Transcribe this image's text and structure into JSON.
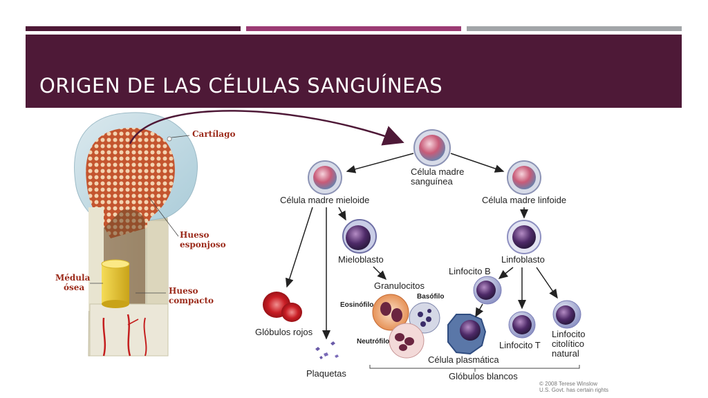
{
  "theme": {
    "header_color": "#4e1937",
    "bar_colors": [
      "#4e1937",
      "#9b3b73",
      "#a2a5a8"
    ]
  },
  "slide": {
    "title": "ORIGEN DE LAS CÉLULAS SANGUÍNEAS"
  },
  "bone_labels": {
    "cartilage": "Cartílago",
    "spongy_1": "Hueso",
    "spongy_2": "esponjoso",
    "marrow_1": "Médula",
    "marrow_2": "ósea",
    "compact_1": "Hueso",
    "compact_2": "compacto"
  },
  "cells": {
    "stem_1": "Célula madre",
    "stem_2": "sanguínea",
    "myeloid": "Célula madre mieloide",
    "lymphoid": "Célula madre linfoide",
    "myeloblast": "Mieloblasto",
    "lymphoblast": "Linfoblasto",
    "lymphocyte_b": "Linfocito B",
    "granulocytes": "Granulocitos",
    "eosinophil": "Eosinófilo",
    "basophil": "Basófilo",
    "neutrophil": "Neutrófilo",
    "red_cells": "Glóbulos rojos",
    "platelets": "Plaquetas",
    "plasma_cell": "Célula plasmática",
    "lymphocyte_t": "Linfocito T",
    "nk_1": "Linfocito",
    "nk_2": "citolítico",
    "nk_3": "natural",
    "white_cells": "Glóbulos blancos"
  },
  "credit": {
    "line1": "© 2008 Terese Winslow",
    "line2": "U.S. Govt. has certain rights"
  }
}
